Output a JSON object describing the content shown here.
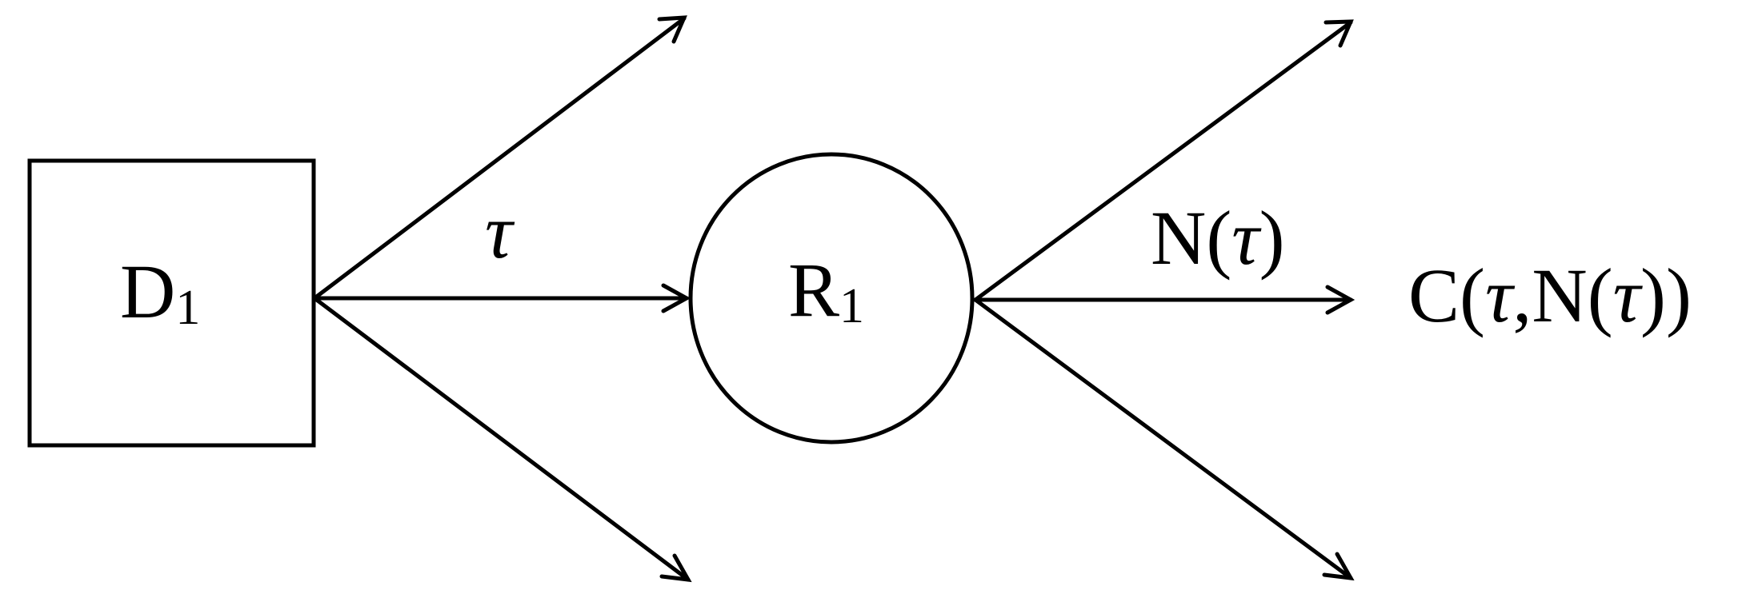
{
  "nodes": {
    "decision": {
      "letter": "D",
      "index": "1"
    },
    "chance": {
      "letter": "R",
      "index": "1"
    }
  },
  "labels": {
    "tau": "τ",
    "n_prefix": "N(",
    "n_tau": "τ",
    "n_suffix": ")",
    "c_prefix": "C(",
    "c_tau1": "τ",
    "c_mid": ",N(",
    "c_tau2": "τ",
    "c_suffix": "))"
  },
  "colors": {
    "stroke": "#000000",
    "background": "#ffffff"
  }
}
